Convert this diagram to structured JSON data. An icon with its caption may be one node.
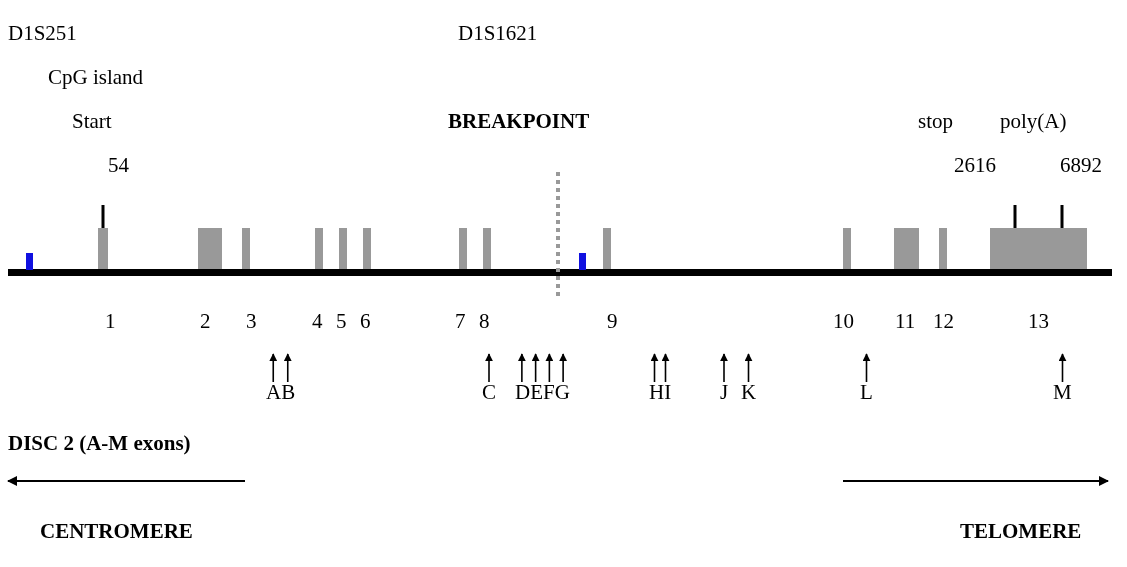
{
  "diagram": {
    "nodes": [
      {
        "text": [
          "AB"
        ]
      },
      {
        "text": [
          "C"
        ]
      },
      {
        "text": [
          "DEFG"
        ]
      },
      {
        "text": [
          "HI"
        ]
      },
      {
        "text": [
          "J"
        ]
      },
      {
        "text": [
          "K"
        ]
      },
      {
        "text": [
          "L"
        ]
      },
      {
        "text": [
          "M"
        ]
      }
    ],
    "edges": [
      {
        "from": 0,
        "to": null,
        "arrow": "to"
      },
      {
        "from": 0,
        "to": null,
        "arrow": "to"
      },
      {
        "from": 1,
        "to": null,
        "arrow": "to"
      },
      {
        "from": 2,
        "to": null,
        "arrow": "to"
      },
      {
        "from": 2,
        "to": null,
        "arrow": "to"
      },
      {
        "from": 2,
        "to": null,
        "arrow": "to"
      },
      {
        "from": 2,
        "to": null,
        "arrow": "to"
      },
      {
        "from": 3,
        "to": null,
        "arrow": "to"
      },
      {
        "from": 3,
        "to": null,
        "arrow": "to"
      },
      {
        "from": 4,
        "to": null,
        "arrow": "to"
      },
      {
        "from": 5,
        "to": null,
        "arrow": "to"
      },
      {
        "from": 6,
        "to": null,
        "arrow": "to"
      },
      {
        "from": 7,
        "to": null,
        "arrow": "to"
      }
    ],
    "labels": [
      "D1S251",
      "D1S1621",
      "CpG island",
      "Start",
      "BREAKPOINT",
      "stop",
      "poly(A)",
      "54",
      "2616",
      "6892",
      "1",
      "2",
      "3",
      "4",
      "5",
      "6",
      "7",
      "8",
      "9",
      "10",
      "11",
      "12",
      "13",
      "DISC 2 (A-M exons)",
      "CENTROMERE",
      "TELOMERE"
    ]
  }
}
